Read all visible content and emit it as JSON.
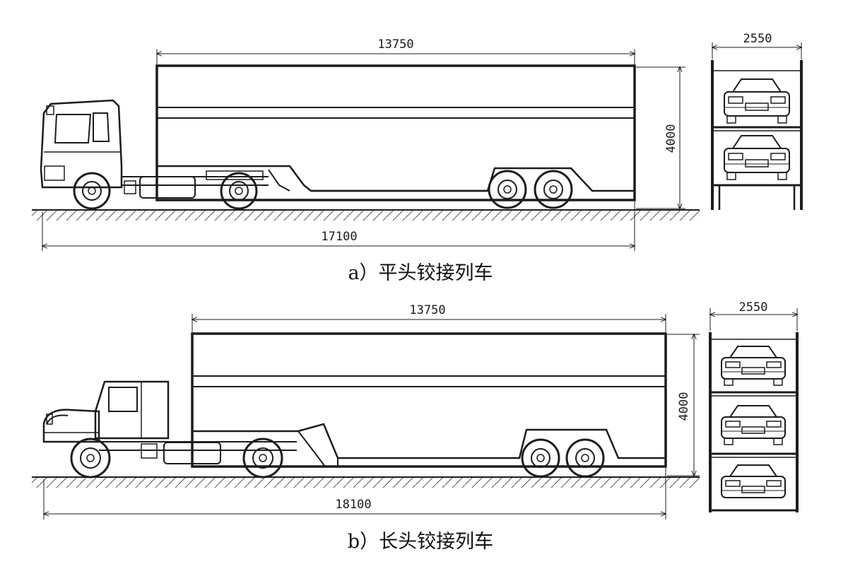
{
  "diagram_a": {
    "caption": "a）平头铰接列车",
    "dims": {
      "trailer_length": "13750",
      "overall_length": "17100",
      "height": "4000",
      "width": "2550"
    },
    "deck_levels": 2
  },
  "diagram_b": {
    "caption": "b）长头铰接列车",
    "dims": {
      "trailer_length": "13750",
      "overall_length": "18100",
      "height": "4000",
      "width": "2550"
    },
    "deck_levels": 3
  },
  "colors": {
    "line": "#1c1c1c",
    "background": "#ffffff"
  }
}
